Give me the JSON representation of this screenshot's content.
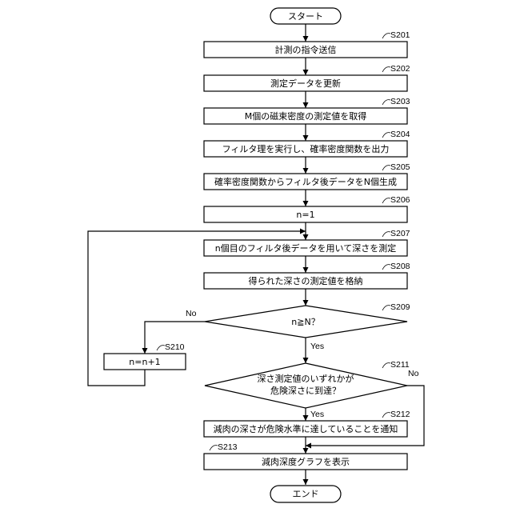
{
  "flowchart": {
    "start": "スタート",
    "end": "エンド",
    "steps": [
      {
        "id": "S201",
        "text": "計測の指令送信"
      },
      {
        "id": "S202",
        "text": "測定データを更新"
      },
      {
        "id": "S203",
        "text": "M個の磁束密度の測定値を取得"
      },
      {
        "id": "S204",
        "text": "フィルタ理を実行し、確率密度関数を出力"
      },
      {
        "id": "S205",
        "text": "確率密度関数からフィルタ後データをN個生成"
      },
      {
        "id": "S206",
        "text": "n=1"
      },
      {
        "id": "S207",
        "text": "n個目のフィルタ後データを用いて深さを測定"
      },
      {
        "id": "S208",
        "text": "得られた深さの測定値を格納"
      },
      {
        "id": "S210",
        "text": "n=n+1"
      },
      {
        "id": "S212",
        "text": "減肉の深さが危険水準に達していることを通知"
      },
      {
        "id": "S213",
        "text": "減肉深度グラフを表示"
      }
    ],
    "decisions": [
      {
        "id": "S209",
        "lines": [
          "n≧N？"
        ],
        "yes": "Yes",
        "no": "No"
      },
      {
        "id": "S211",
        "lines": [
          "深さ測定値のいずれかが",
          "危険深さに到達？"
        ],
        "yes": "Yes",
        "no": "No"
      }
    ]
  }
}
